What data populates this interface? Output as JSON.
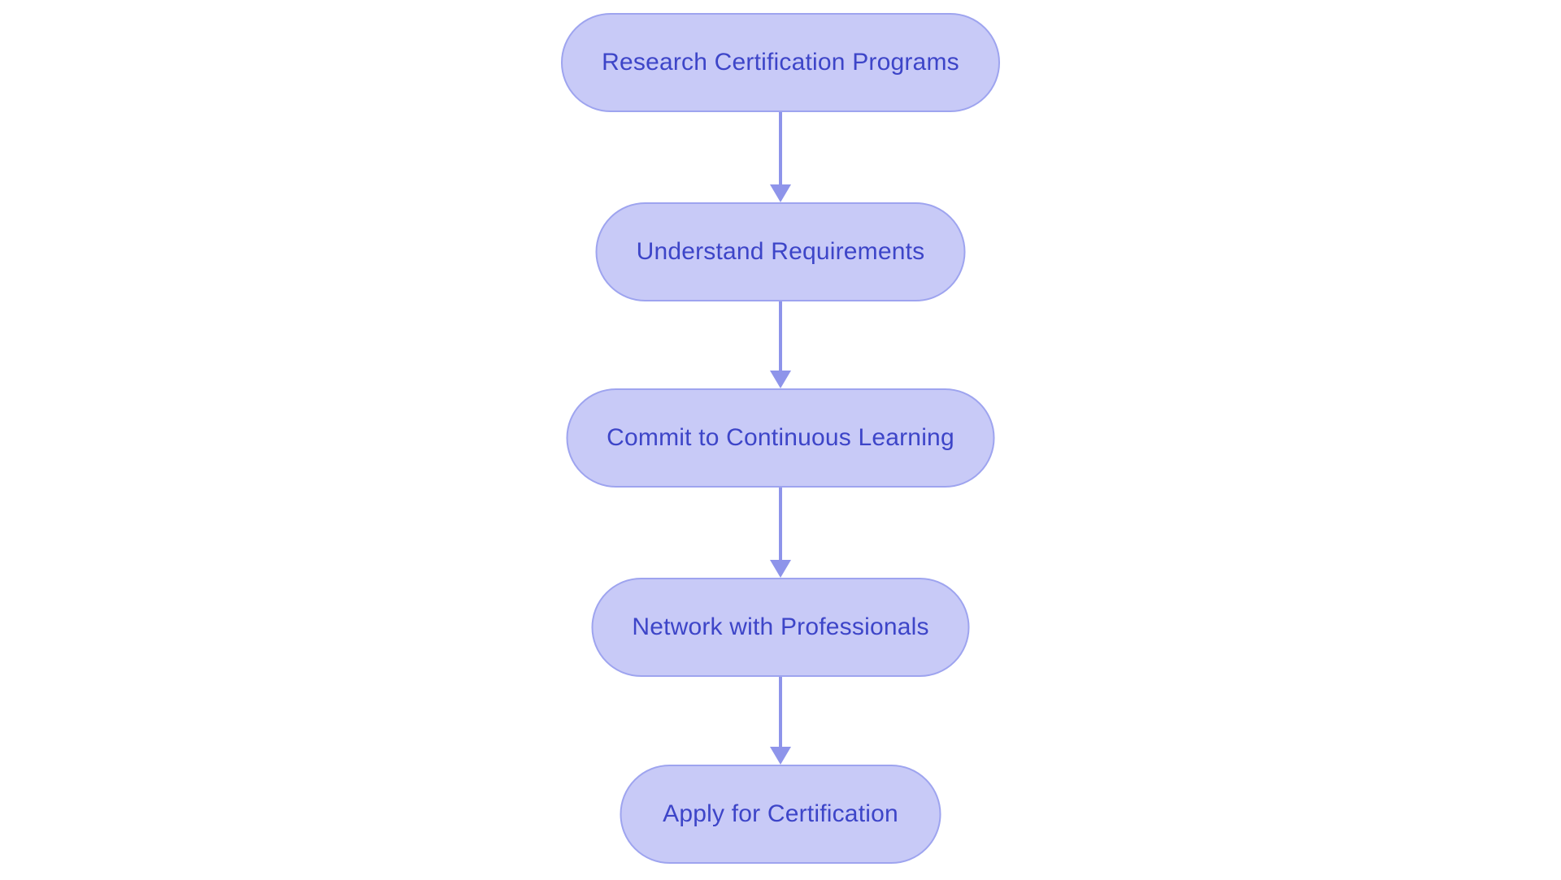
{
  "flowchart": {
    "type": "vertical-process-flow",
    "background_color": "#ffffff",
    "node_fill_color": "#c8caf7",
    "node_border_color": "#9ea4ef",
    "node_text_color": "#3d45c8",
    "arrow_color": "#8e94ea",
    "nodes": [
      {
        "id": "step-1",
        "label": "Research Certification Programs"
      },
      {
        "id": "step-2",
        "label": "Understand Requirements"
      },
      {
        "id": "step-3",
        "label": "Commit to Continuous Learning"
      },
      {
        "id": "step-4",
        "label": "Network with Professionals"
      },
      {
        "id": "step-5",
        "label": "Apply for Certification"
      }
    ],
    "edges": [
      {
        "from": "step-1",
        "to": "step-2"
      },
      {
        "from": "step-2",
        "to": "step-3"
      },
      {
        "from": "step-3",
        "to": "step-4"
      },
      {
        "from": "step-4",
        "to": "step-5"
      }
    ]
  }
}
